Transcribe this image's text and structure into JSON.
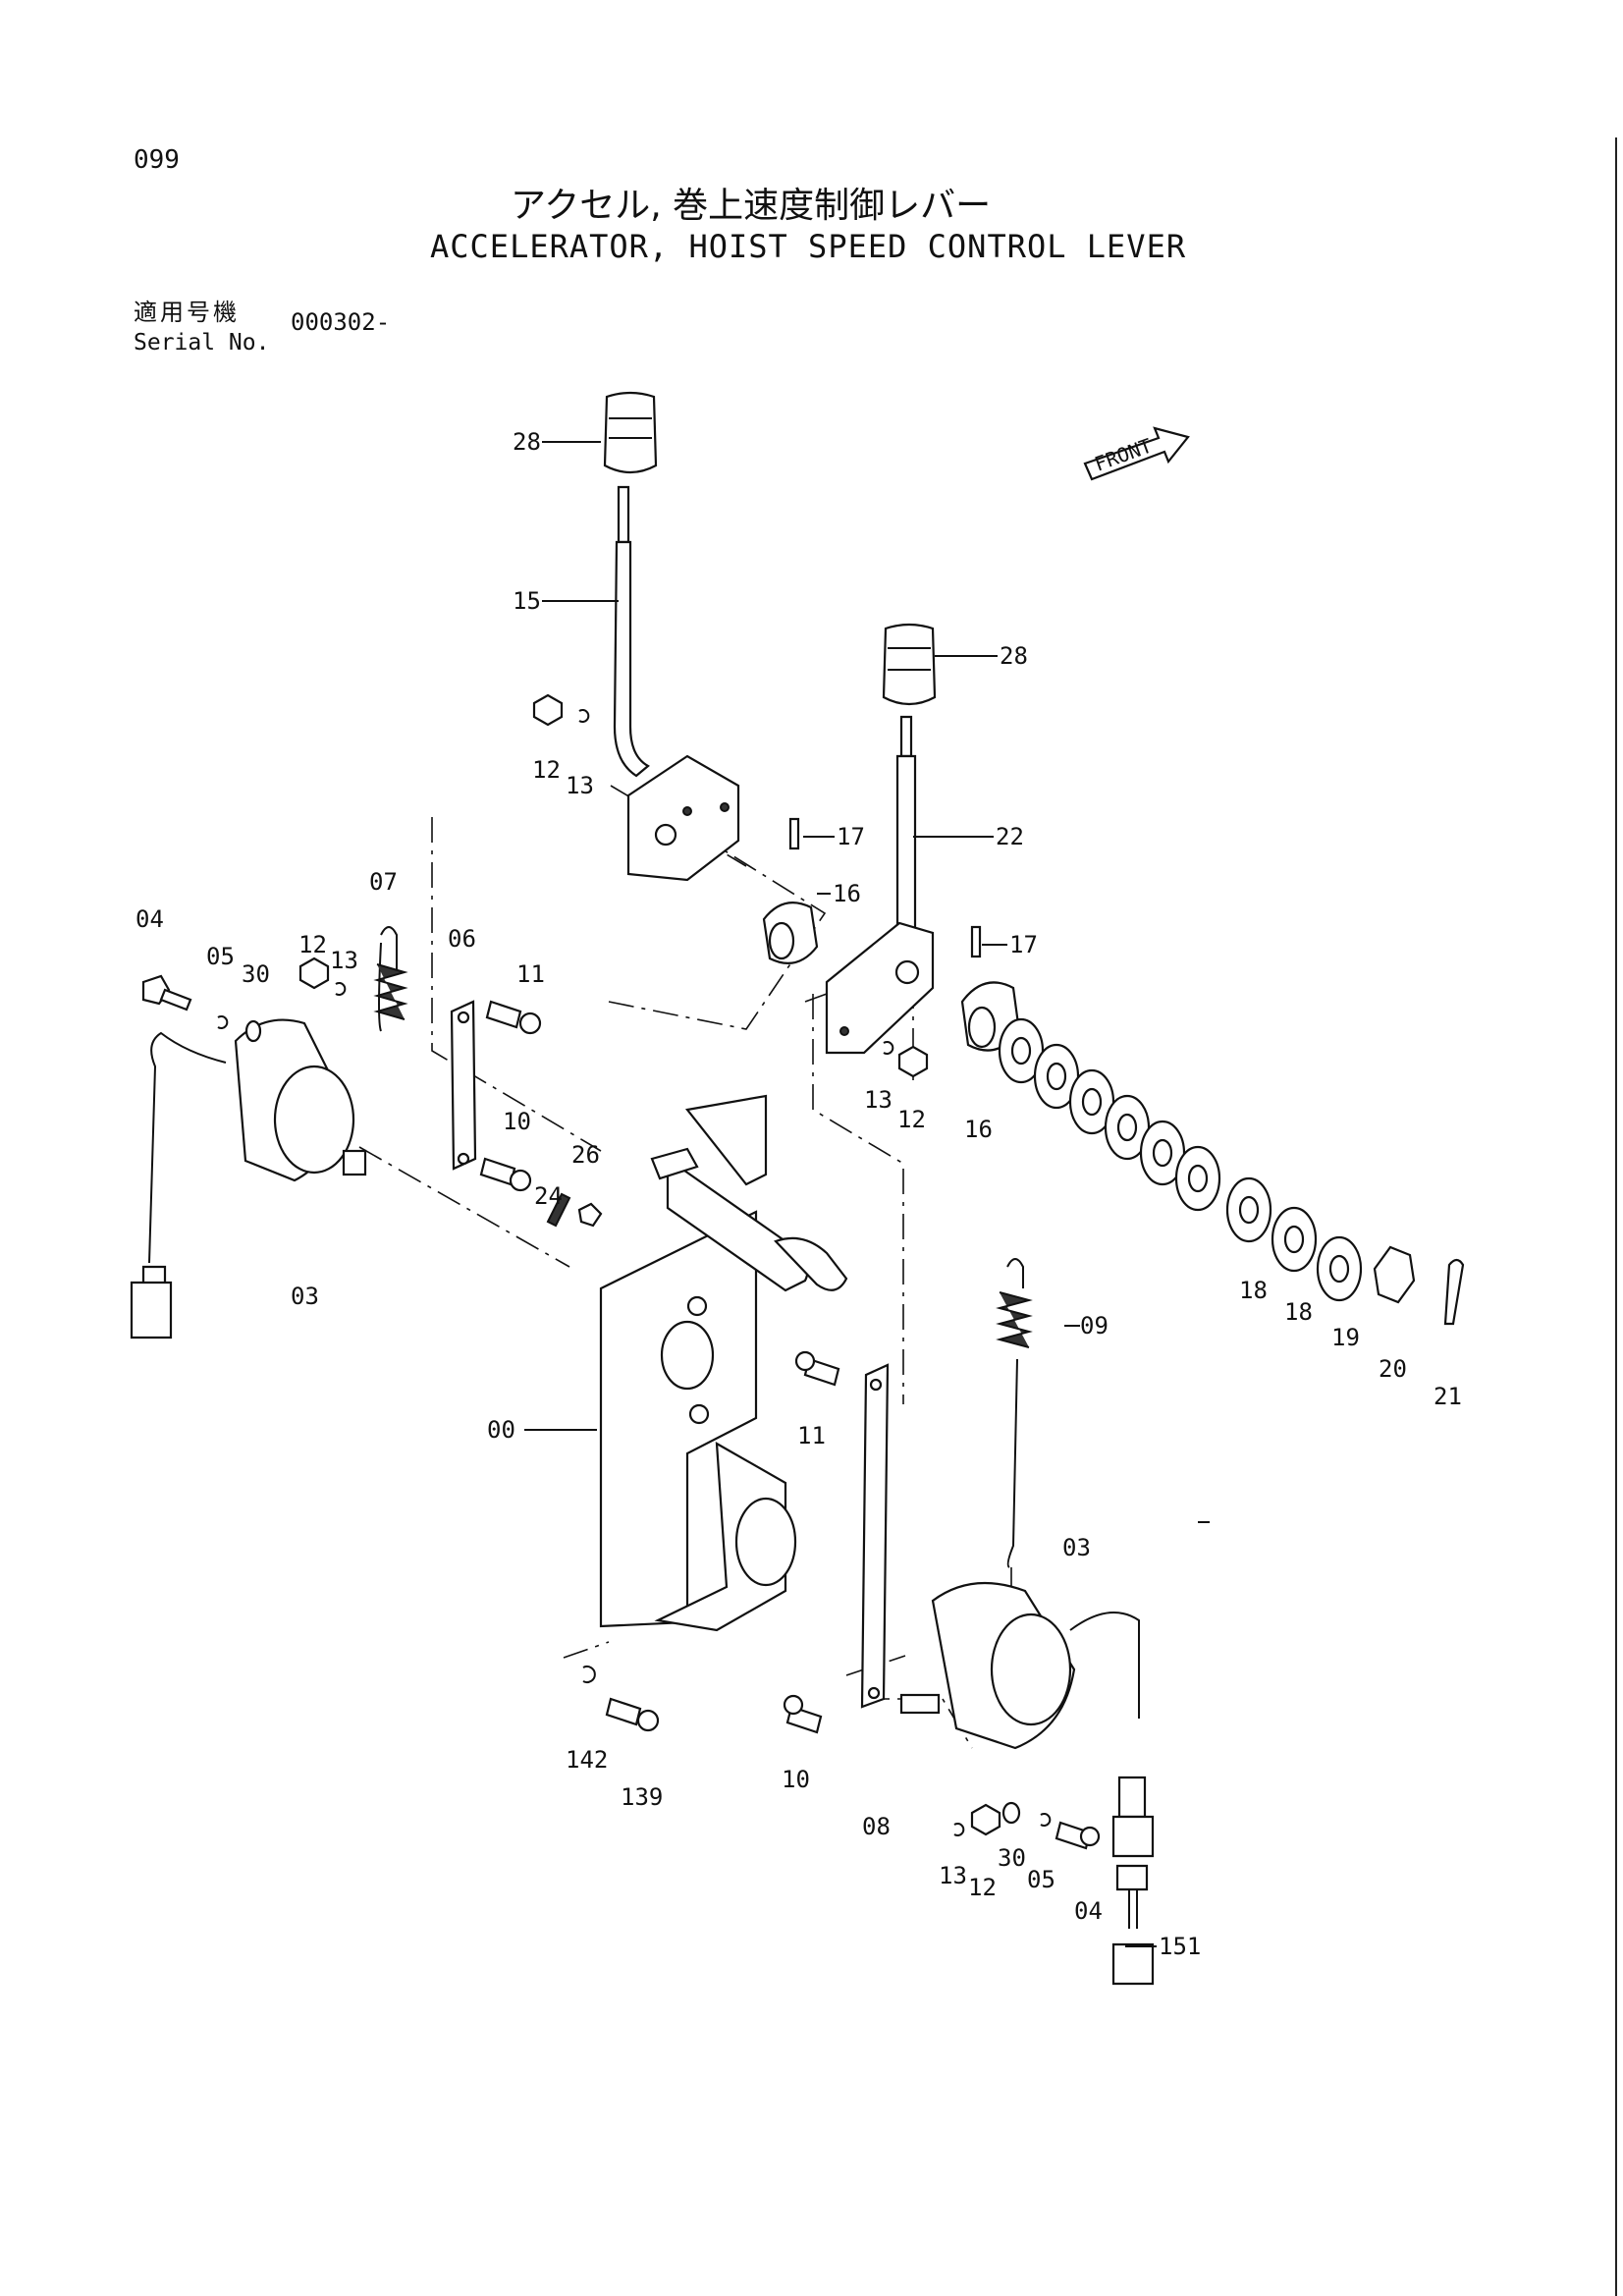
{
  "page": {
    "number": "099",
    "title_jp": "アクセル, 巻上速度制御レバー",
    "title_en": "ACCELERATOR, HOIST SPEED CONTROL LEVER",
    "serial_label_jp": "適用号機",
    "serial_label_en": "Serial No.",
    "serial_value": "000302-"
  },
  "diagram": {
    "direction_arrow": "FRONT",
    "callouts": [
      {
        "id": "c28a",
        "text": "28"
      },
      {
        "id": "c15",
        "text": "15"
      },
      {
        "id": "c28b",
        "text": "28"
      },
      {
        "id": "c12a",
        "text": "12"
      },
      {
        "id": "c13a",
        "text": "13"
      },
      {
        "id": "c17a",
        "text": "17"
      },
      {
        "id": "c22",
        "text": "22"
      },
      {
        "id": "c16a",
        "text": "16"
      },
      {
        "id": "c17b",
        "text": "17"
      },
      {
        "id": "c07",
        "text": "07"
      },
      {
        "id": "c04a",
        "text": "04"
      },
      {
        "id": "c05a",
        "text": "05"
      },
      {
        "id": "c30a",
        "text": "30"
      },
      {
        "id": "c12b",
        "text": "12"
      },
      {
        "id": "c13b",
        "text": "13"
      },
      {
        "id": "c06",
        "text": "06"
      },
      {
        "id": "c11a",
        "text": "11"
      },
      {
        "id": "c13c",
        "text": "13"
      },
      {
        "id": "c12c",
        "text": "12"
      },
      {
        "id": "c16b",
        "text": "16"
      },
      {
        "id": "c10a",
        "text": "10"
      },
      {
        "id": "c26",
        "text": "26"
      },
      {
        "id": "c24",
        "text": "24"
      },
      {
        "id": "c03a",
        "text": "03"
      },
      {
        "id": "c18a",
        "text": "18"
      },
      {
        "id": "c18b",
        "text": "18"
      },
      {
        "id": "c19",
        "text": "19"
      },
      {
        "id": "c20",
        "text": "20"
      },
      {
        "id": "c21",
        "text": "21"
      },
      {
        "id": "c09",
        "text": "09"
      },
      {
        "id": "c11b",
        "text": "11"
      },
      {
        "id": "c00",
        "text": "00"
      },
      {
        "id": "c03b",
        "text": "03"
      },
      {
        "id": "c142",
        "text": "142"
      },
      {
        "id": "c139",
        "text": "139"
      },
      {
        "id": "c10b",
        "text": "10"
      },
      {
        "id": "c08",
        "text": "08"
      },
      {
        "id": "c13d",
        "text": "13"
      },
      {
        "id": "c12d",
        "text": "12"
      },
      {
        "id": "c30b",
        "text": "30"
      },
      {
        "id": "c05b",
        "text": "05"
      },
      {
        "id": "c04b",
        "text": "04"
      },
      {
        "id": "c151",
        "text": "151"
      }
    ]
  }
}
